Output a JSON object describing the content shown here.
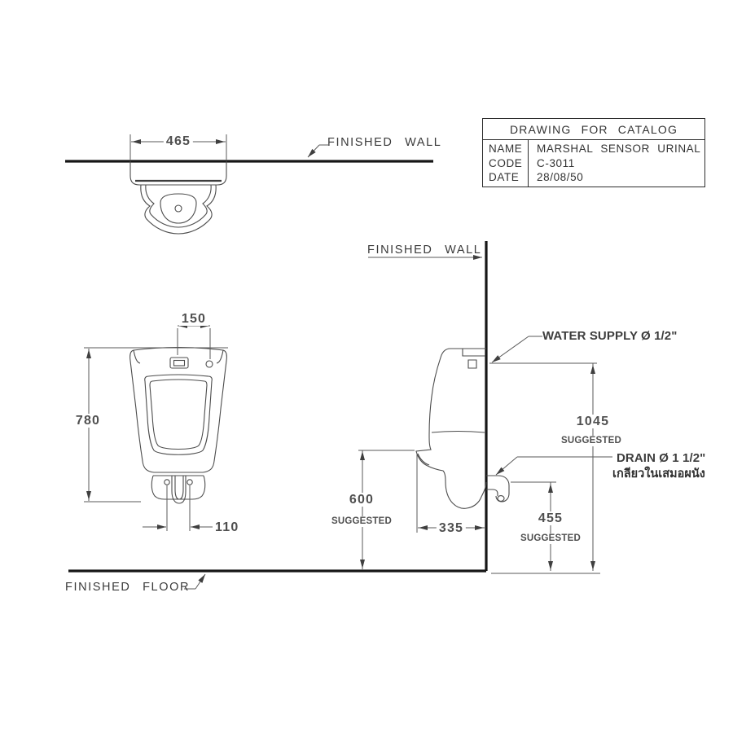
{
  "title_block": {
    "title": "DRAWING FOR CATALOG",
    "rows": [
      {
        "label": "NAME",
        "value": "MARSHAL SENSOR URINAL"
      },
      {
        "label": "CODE",
        "value": "C-3011"
      },
      {
        "label": "DATE",
        "value": "28/08/50"
      }
    ]
  },
  "labels": {
    "finished_wall_top": "FINISHED WALL",
    "finished_wall_side": "FINISHED WALL",
    "finished_floor": "FINISHED FLOOR",
    "water_supply": "WATER SUPPLY Ø 1/2\"",
    "drain": "DRAIN Ø 1 1/2\"",
    "drain_note_thai": "เกลียวในเสมอผนัง",
    "suggested": "SUGGESTED"
  },
  "dimensions": {
    "top_view_width": "465",
    "sensor_to_hole": "150",
    "overall_height": "780",
    "bolt_hole_spacing": "110",
    "rim_height_suggested": "600",
    "depth_from_wall": "335",
    "drain_outlet_height_suggested": "455",
    "water_supply_height_suggested": "1045"
  },
  "colors": {
    "line": "#4c4c4c",
    "heavy_line": "#161616",
    "text": "#3f3f3f",
    "background": "#ffffff"
  }
}
